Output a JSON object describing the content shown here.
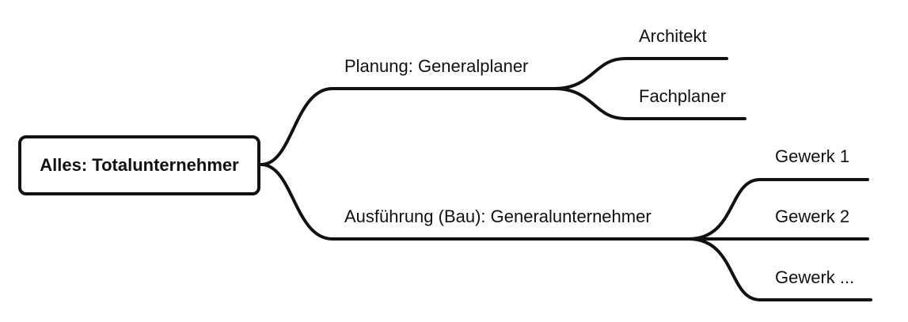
{
  "diagram": {
    "root": {
      "label": "Alles: Totalunternehmer"
    },
    "branches": [
      {
        "label": "Planung: Generalplaner",
        "children": [
          {
            "label": "Architekt"
          },
          {
            "label": "Fachplaner"
          }
        ]
      },
      {
        "label": "Ausführung (Bau): Generalunternehmer",
        "children": [
          {
            "label": "Gewerk 1"
          },
          {
            "label": "Gewerk 2"
          },
          {
            "label": "Gewerk ..."
          }
        ]
      }
    ],
    "colors": {
      "line": "#111111",
      "text": "#111111",
      "background": "#ffffff"
    }
  }
}
